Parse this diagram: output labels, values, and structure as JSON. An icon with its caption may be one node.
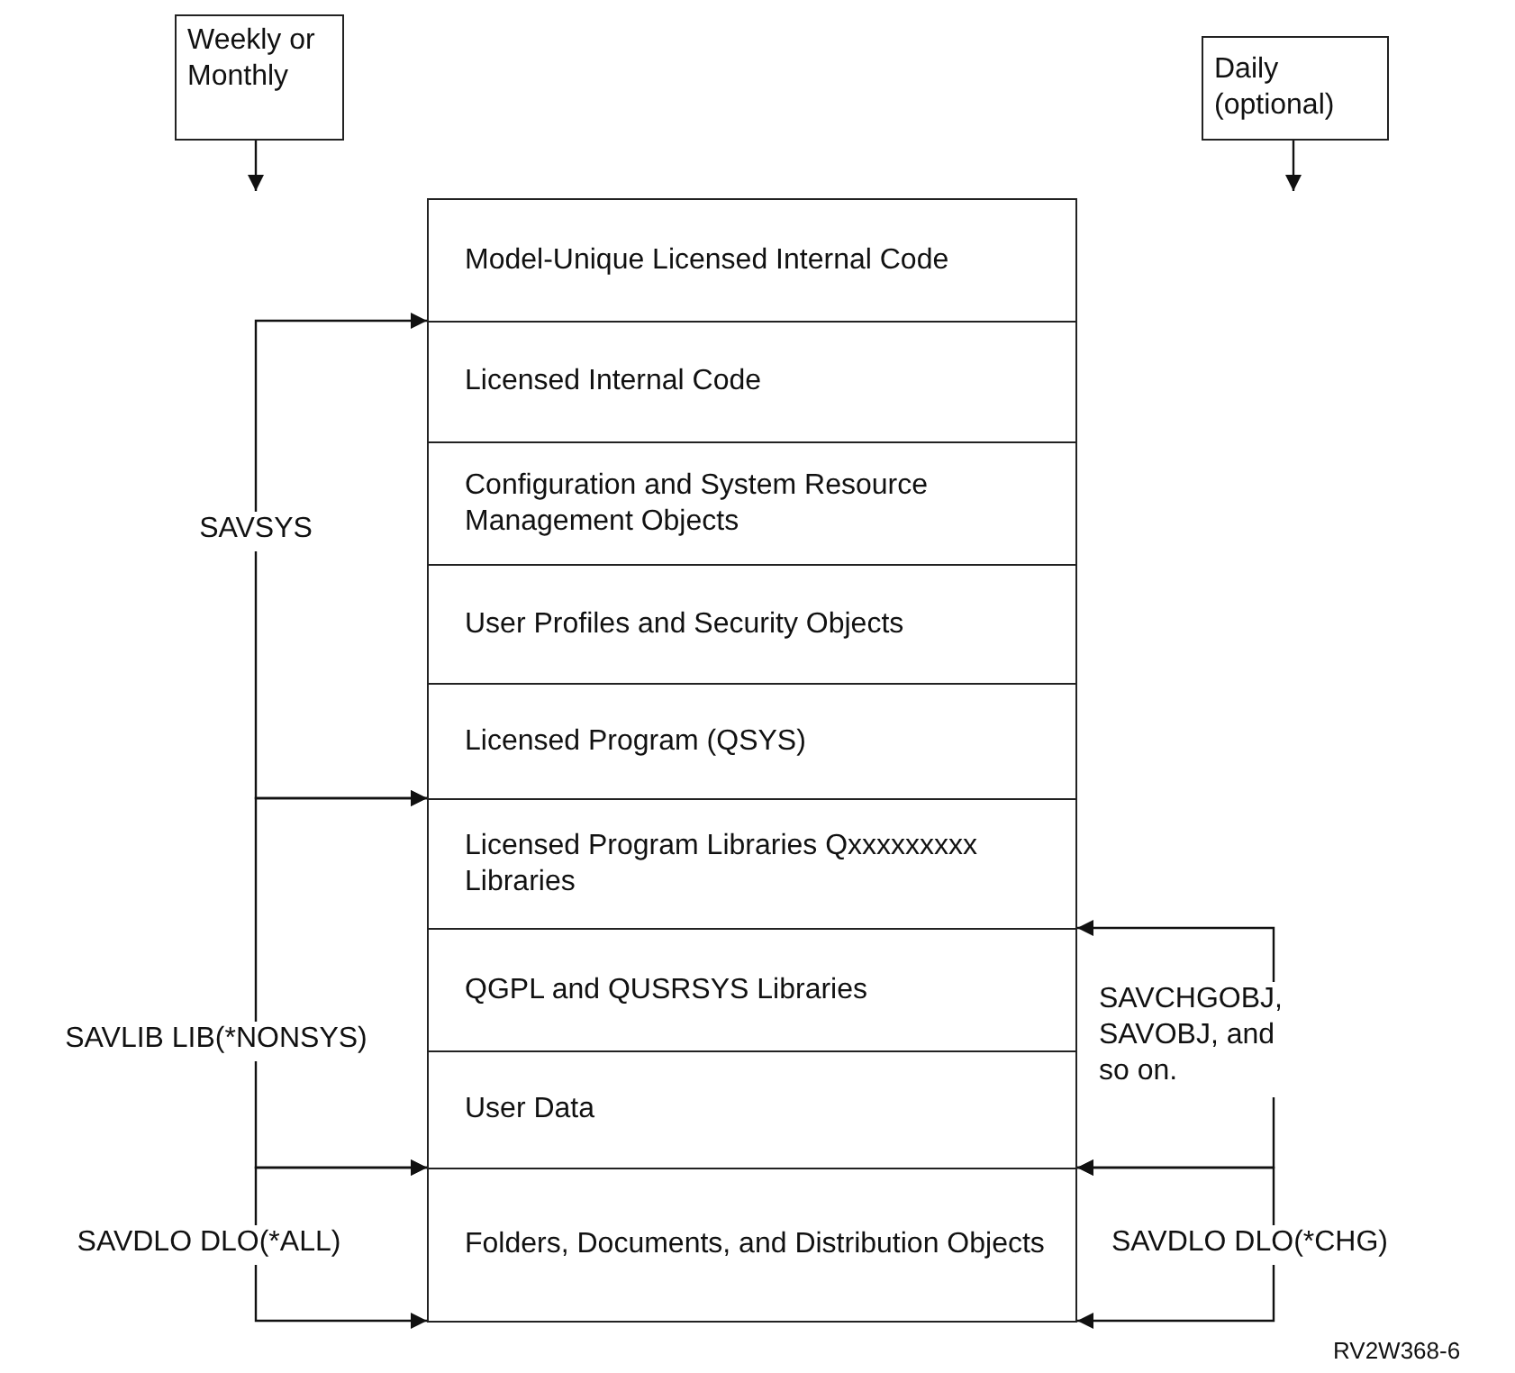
{
  "diagram": {
    "nodes": [
      {
        "text": [
          "Weekly or Monthly"
        ]
      },
      {
        "text": [
          "Daily (optional)"
        ]
      },
      {
        "text": [
          "Model-Unique Licensed Internal Code"
        ]
      },
      {
        "text": [
          "Licensed Internal Code"
        ]
      },
      {
        "text": [
          "Configuration and System Resource Management Objects"
        ]
      },
      {
        "text": [
          "User Profiles and Security Objects"
        ]
      },
      {
        "text": [
          "Licensed Program (QSYS)"
        ]
      },
      {
        "text": [
          "Licensed Program Libraries Qxxxxxxxxx Libraries"
        ]
      },
      {
        "text": [
          "QGPL and QUSRSYS Libraries"
        ]
      },
      {
        "text": [
          "User Data"
        ]
      },
      {
        "text": [
          "Folders, Documents, and Distribution Objects"
        ]
      },
      {
        "text": [
          "SAVSYS"
        ]
      },
      {
        "text": [
          "SAVLIB LIB(*NONSYS)"
        ]
      },
      {
        "text": [
          "SAVDLO DLO(*ALL)"
        ]
      },
      {
        "text": [
          "SAVCHGOBJ, SAVOBJ, and so on."
        ]
      },
      {
        "text": [
          "SAVDLO DLO(*CHG)"
        ]
      }
    ],
    "edges": [
      {
        "from": 0,
        "to": null,
        "arrow": "to"
      },
      {
        "from": 1,
        "to": null,
        "arrow": "to"
      },
      {
        "from": 11,
        "to": 2,
        "arrow": "to"
      },
      {
        "from": 11,
        "to": 7,
        "arrow": "to"
      },
      {
        "from": 12,
        "to": 7,
        "arrow": "to"
      },
      {
        "from": 12,
        "to": 10,
        "arrow": "to"
      },
      {
        "from": 13,
        "to": 10,
        "arrow": "to"
      },
      {
        "from": 13,
        "to": 10,
        "arrow": "to"
      },
      {
        "from": 14,
        "to": 8,
        "arrow": "to"
      },
      {
        "from": 14,
        "to": 10,
        "arrow": "to"
      },
      {
        "from": 15,
        "to": 10,
        "arrow": "to"
      },
      {
        "from": 15,
        "to": 10,
        "arrow": "to"
      }
    ],
    "labels": [
      "RV2W368-6"
    ]
  }
}
